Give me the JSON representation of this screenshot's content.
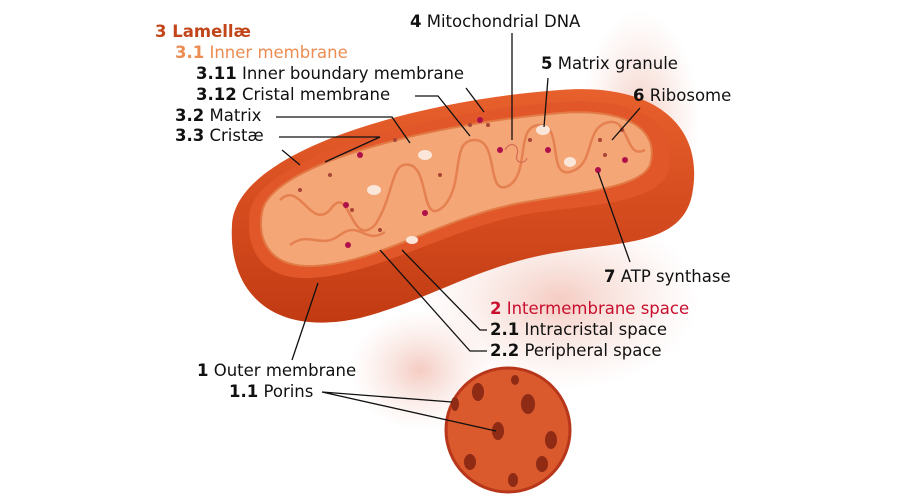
{
  "colors": {
    "lamellae": "#c2461a",
    "inner_membrane": "#eb8c52",
    "intermembrane": "#c8102e",
    "outer_membrane": "#d84a1c",
    "matrix": "#f4a676"
  },
  "labels": {
    "lamellae": {
      "num": "3",
      "text": "Lamellæ"
    },
    "inner_membrane": {
      "num": "3.1",
      "text": "Inner membrane"
    },
    "inner_boundary": {
      "num": "3.11",
      "text": "Inner boundary membrane"
    },
    "cristal_membrane": {
      "num": "3.12",
      "text": "Cristal membrane"
    },
    "matrix": {
      "num": "3.2",
      "text": "Matrix"
    },
    "cristae": {
      "num": "3.3",
      "text": "Cristæ"
    },
    "mtdna": {
      "num": "4",
      "text": "Mitochondrial DNA"
    },
    "matrix_granule": {
      "num": "5",
      "text": "Matrix granule"
    },
    "ribosome": {
      "num": "6",
      "text": "Ribosome"
    },
    "atp_synthase": {
      "num": "7",
      "text": "ATP synthase"
    },
    "intermembrane": {
      "num": "2",
      "text": "Intermembrane space"
    },
    "intracristal": {
      "num": "2.1",
      "text": "Intracristal space"
    },
    "peripheral": {
      "num": "2.2",
      "text": "Peripheral space"
    },
    "outer_membrane": {
      "num": "1",
      "text": "Outer membrane"
    },
    "porins": {
      "num": "1.1",
      "text": "Porins"
    }
  }
}
